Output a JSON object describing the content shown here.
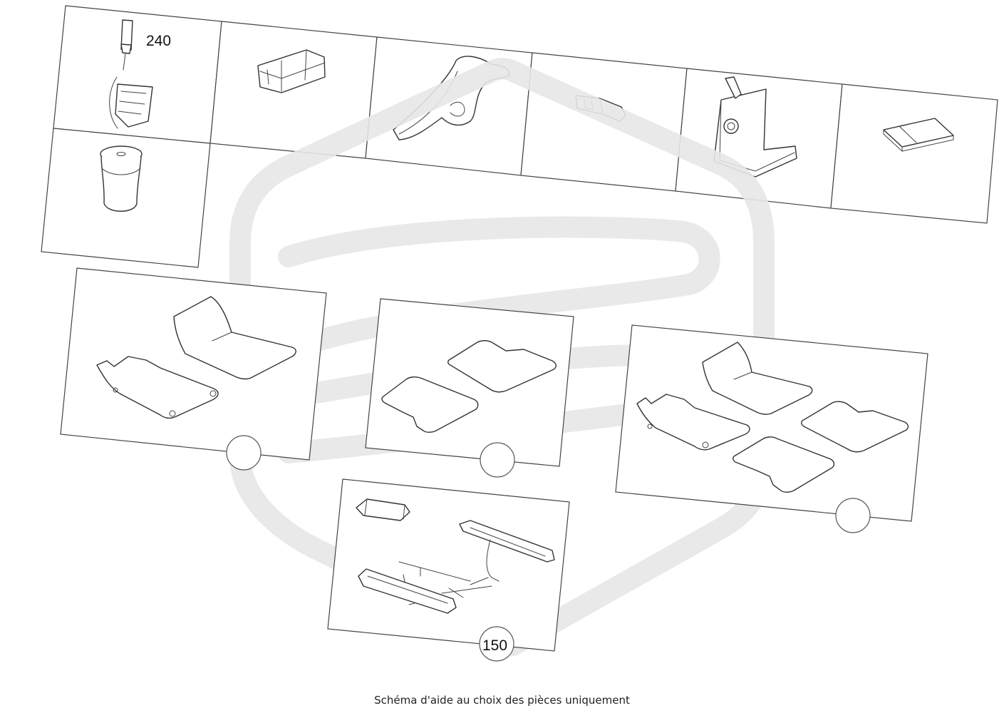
{
  "callouts": {
    "c240": "240",
    "c150": "150"
  },
  "caption": "Schéma d'aide au choix des pièces uniquement",
  "colors": {
    "line": "#333333",
    "watermark": "#e7e7e7",
    "background": "#ffffff"
  },
  "icons": {
    "part-cells": [
      "gear-selector-icon",
      "armrest-module-icon",
      "grab-handle-icon",
      "clip-connector-icon",
      "phone-holder-icon",
      "booklet-icon",
      "cup-holder-ashtray-icon"
    ],
    "mat-sets": [
      "floor-mat-set-2-icon",
      "rubber-mat-set-2-icon",
      "floor-mat-set-4-icon",
      "illuminated-door-sill-icon"
    ]
  }
}
